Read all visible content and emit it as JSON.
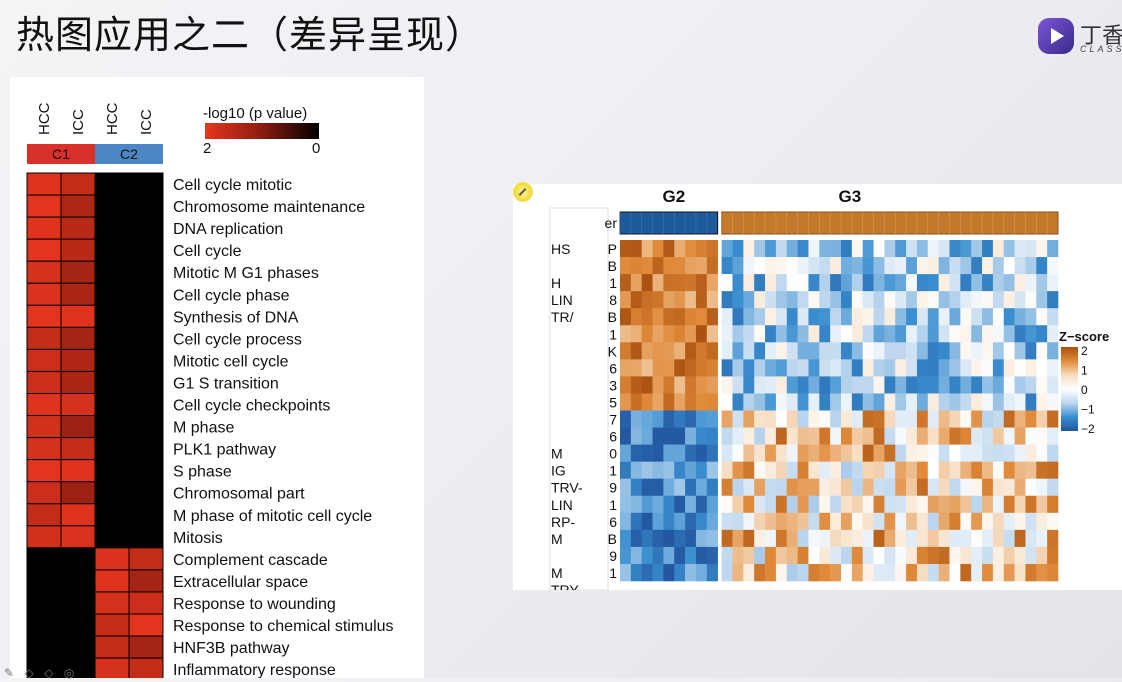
{
  "slide": {
    "title": "热图应用之二（差异呈现）",
    "logo_text": "丁香",
    "logo_sub": "CLASS",
    "logo_mark_icon": "play-logo-icon"
  },
  "chart_data": [
    {
      "type": "heatmap",
      "title": "",
      "legend": {
        "title": "-log10 (p value)",
        "min_label": "2",
        "max_label": "0",
        "placement": "top-right",
        "colors": [
          "#e8361f",
          "#8a1c10",
          "#000000"
        ]
      },
      "columns": [
        "HCC",
        "ICC",
        "HCC",
        "ICC"
      ],
      "column_groups": [
        {
          "label": "C1",
          "color": "#d8302a",
          "span": 2
        },
        {
          "label": "C2",
          "color": "#4d86c4",
          "span": 2
        }
      ],
      "rows": [
        "Cell cycle mitotic",
        "Chromosome maintenance",
        "DNA replication",
        "Cell cycle",
        "Mitotic M G1 phases",
        "Cell cycle phase",
        "Synthesis of DNA",
        "Cell cycle process",
        "Mitotic cell cycle",
        "G1 S transition",
        "Cell cycle checkpoints",
        "M phase",
        "PLK1 pathway",
        "S phase",
        "Chromosomal part",
        "M phase of mitotic cell cycle",
        "Mitosis",
        "Complement cascade",
        "Extracellular space",
        "Response to wounding",
        "Response to chemical stimulus",
        "HNF3B pathway",
        "Inflammatory response"
      ],
      "values": [
        [
          1.9,
          1.6,
          0,
          0
        ],
        [
          1.95,
          1.4,
          0,
          0
        ],
        [
          1.9,
          1.5,
          0,
          0
        ],
        [
          1.95,
          1.5,
          0,
          0
        ],
        [
          1.8,
          1.3,
          0,
          0
        ],
        [
          1.85,
          1.35,
          0,
          0
        ],
        [
          1.95,
          1.9,
          0,
          0
        ],
        [
          1.6,
          1.3,
          0,
          0
        ],
        [
          1.7,
          1.4,
          0,
          0
        ],
        [
          1.7,
          1.35,
          0,
          0
        ],
        [
          1.9,
          1.8,
          0,
          0
        ],
        [
          1.75,
          1.2,
          0,
          0
        ],
        [
          1.8,
          1.6,
          0,
          0
        ],
        [
          1.95,
          1.9,
          0,
          0
        ],
        [
          1.7,
          1.2,
          0,
          0
        ],
        [
          1.6,
          1.9,
          0,
          0
        ],
        [
          1.75,
          1.85,
          0,
          0
        ],
        [
          0,
          0,
          1.85,
          1.6
        ],
        [
          0,
          0,
          1.9,
          1.3
        ],
        [
          0,
          0,
          1.8,
          1.7
        ],
        [
          0,
          0,
          1.6,
          1.95
        ],
        [
          0,
          0,
          1.6,
          1.3
        ],
        [
          0,
          0,
          1.8,
          1.6
        ]
      ]
    },
    {
      "type": "heatmap",
      "title": "",
      "groups": [
        {
          "label": "G2",
          "columns": 9,
          "bar_color": "#1f5a9c"
        },
        {
          "label": "G3",
          "columns": 31,
          "bar_color": "#c47a2c"
        }
      ],
      "annotation_label_fragment": "er",
      "row_label_fragments": [
        "HS",
        "",
        "H",
        "LIN",
        "TR/",
        "",
        "",
        "",
        "",
        "",
        "",
        "",
        "M",
        "IG",
        "TRV-",
        "LIN",
        "RP-",
        "M",
        "",
        "M",
        "TRY-"
      ],
      "row_label_end_chars": [
        "P",
        "B",
        "1",
        "8",
        "B",
        "1",
        "K",
        "6",
        "3",
        "5",
        "7",
        "6",
        "0",
        "1",
        "9",
        "1",
        "6",
        "B",
        "9",
        "1"
      ],
      "legend": {
        "title": "Z−score",
        "placement": "right",
        "ticks": [
          "2",
          "1",
          "0",
          "−1",
          "−2"
        ],
        "colors": [
          "#a8500f",
          "#e08a3a",
          "#f6dcc0",
          "#ffffff",
          "#bcd6ee",
          "#3a8fd0",
          "#2255a0"
        ]
      }
    }
  ],
  "toolbar": {
    "icons": [
      "pen-icon",
      "circle-icon",
      "circle-icon",
      "record-icon"
    ]
  }
}
